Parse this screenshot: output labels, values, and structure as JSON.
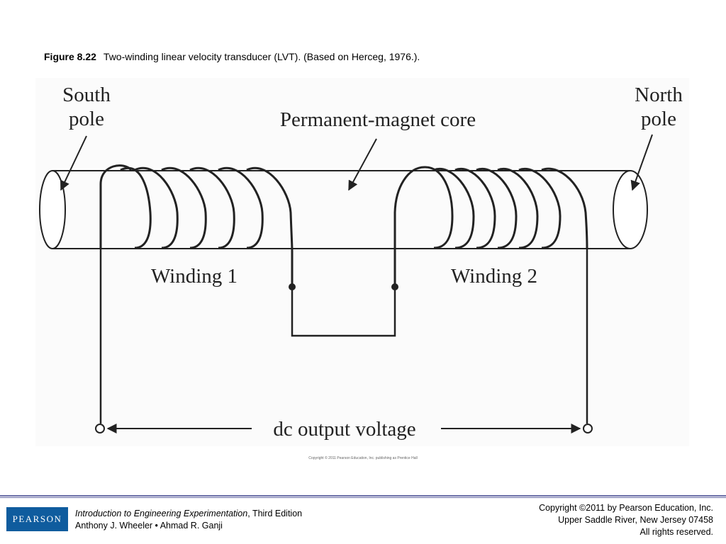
{
  "caption": {
    "figure_number": "Figure 8.22",
    "text": "Two-winding linear velocity transducer (LVT). (Based on Herceg, 1976.)."
  },
  "diagram": {
    "labels": {
      "south_pole": [
        "South",
        "pole"
      ],
      "north_pole": [
        "North",
        "pole"
      ],
      "core": "Permanent-magnet core",
      "winding1": "Winding 1",
      "winding2": "Winding 2",
      "output": "dc output voltage"
    },
    "copyright": "Copyright © 2011 Pearson Education, Inc. publishing as Prentice Hall"
  },
  "footer": {
    "logo": "PEARSON",
    "book_title": "Introduction to Engineering Experimentation",
    "edition": ", Third Edition",
    "authors": "Anthony J. Wheeler • Ahmad R. Ganji",
    "copyright_lines": [
      "Copyright ©2011 by Pearson Education, Inc.",
      "Upper Saddle River, New Jersey 07458",
      "All rights reserved."
    ]
  },
  "colors": {
    "rule": "#6b6fa8",
    "logo_bg": "#0f5c9e",
    "ink": "#222222"
  }
}
